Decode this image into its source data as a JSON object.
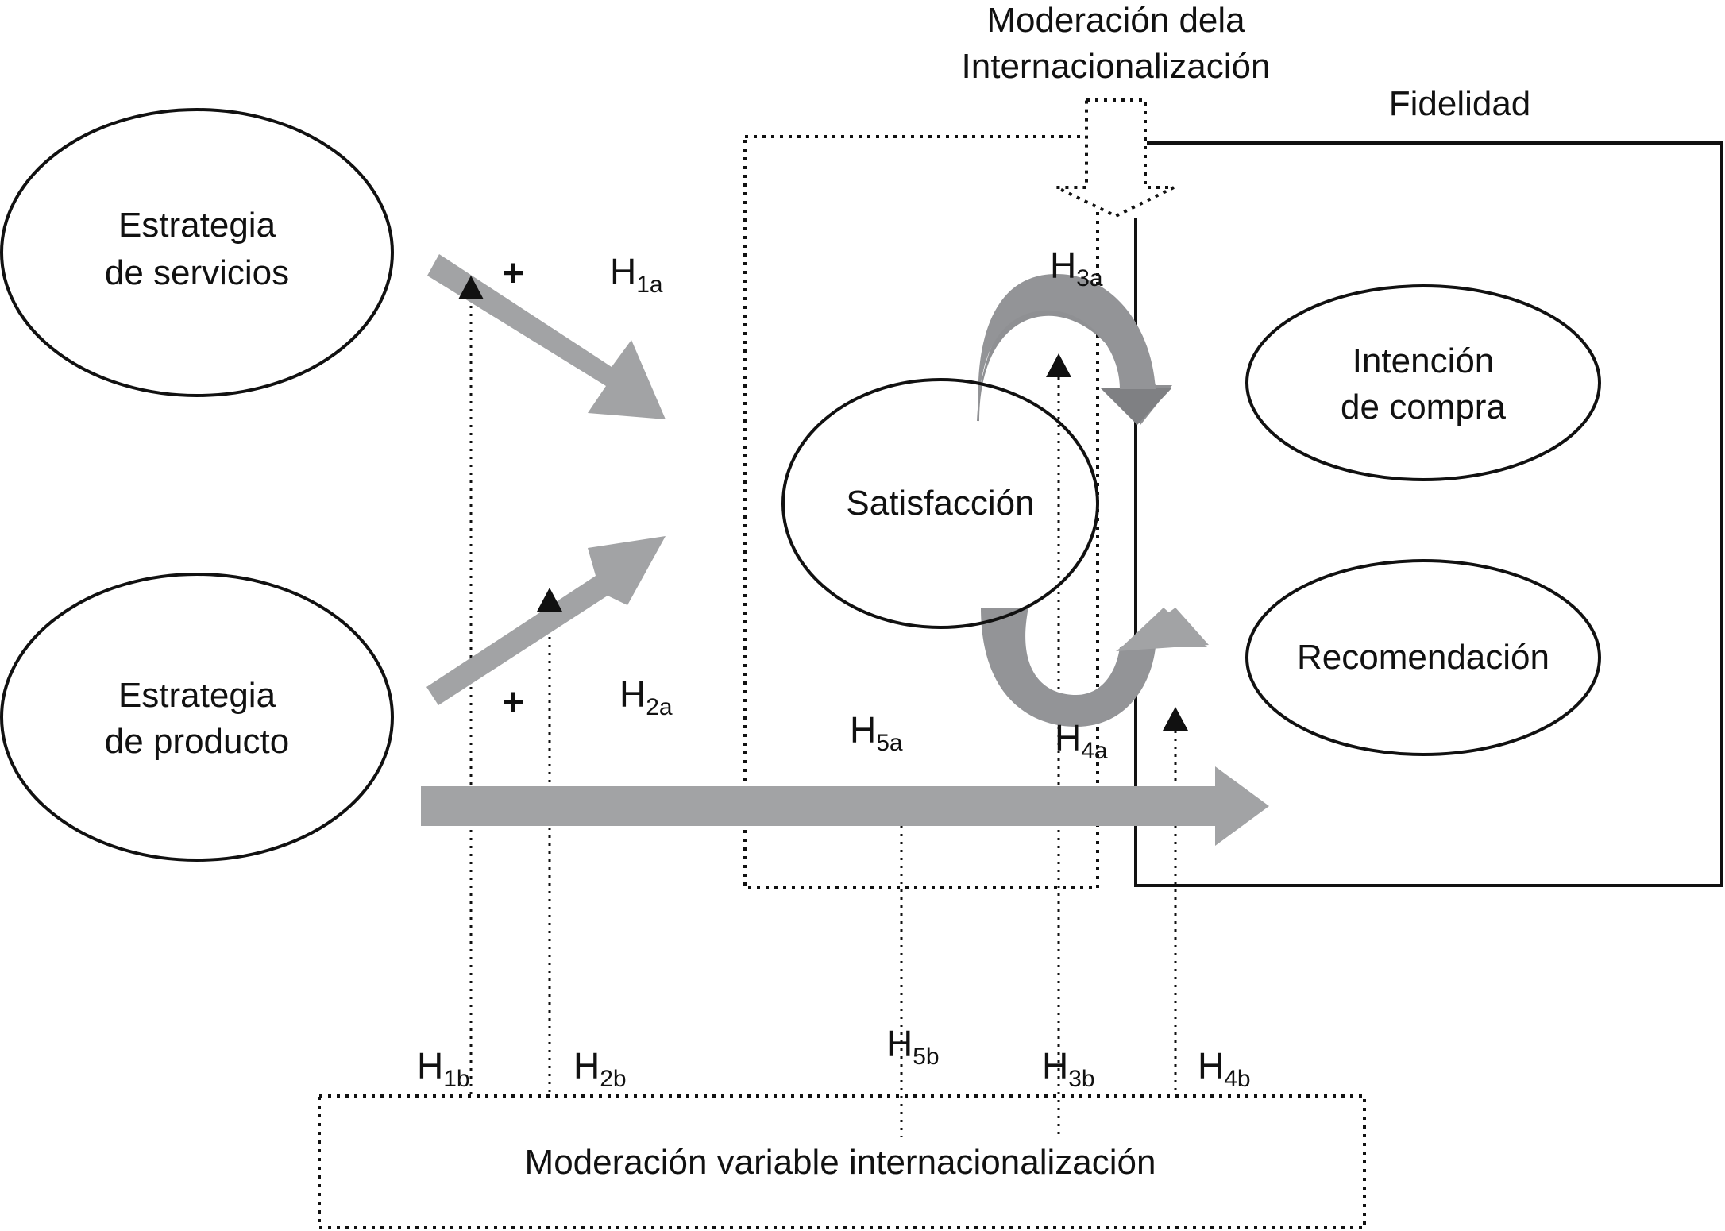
{
  "diagram": {
    "top_moderation": {
      "line1": "Moderación dela",
      "line2": "Internacionalización"
    },
    "fidelidad_label": "Fidelidad",
    "nodes": {
      "estrategia_servicios": {
        "line1": "Estrategia",
        "line2": "de servicios"
      },
      "estrategia_producto": {
        "line1": "Estrategia",
        "line2": "de producto"
      },
      "satisfaccion": {
        "label": "Satisfacción"
      },
      "intencion_compra": {
        "line1": "Intención",
        "line2": "de compra"
      },
      "recomendacion": {
        "label": "Recomendación"
      }
    },
    "signs": {
      "plus_top": "+",
      "plus_bottom": "+"
    },
    "hypotheses": {
      "h1a": {
        "main": "H",
        "sub": "1a"
      },
      "h2a": {
        "main": "H",
        "sub": "2a"
      },
      "h3a": {
        "main": "H",
        "sub": "3a"
      },
      "h4a": {
        "main": "H",
        "sub": "4a"
      },
      "h5a": {
        "main": "H",
        "sub": "5a"
      },
      "h1b": {
        "main": "H",
        "sub": "1b"
      },
      "h2b": {
        "main": "H",
        "sub": "2b"
      },
      "h3b": {
        "main": "H",
        "sub": "3b"
      },
      "h4b": {
        "main": "H",
        "sub": "4b"
      },
      "h5b": {
        "main": "H",
        "sub": "5b"
      }
    },
    "bottom_moderation": {
      "label": "Moderación variable internacionalización"
    },
    "colors": {
      "arrow_fill": "#a2a3a5",
      "arrow_dark": "#7f8083",
      "line": "#111111",
      "background": "#ffffff"
    }
  }
}
